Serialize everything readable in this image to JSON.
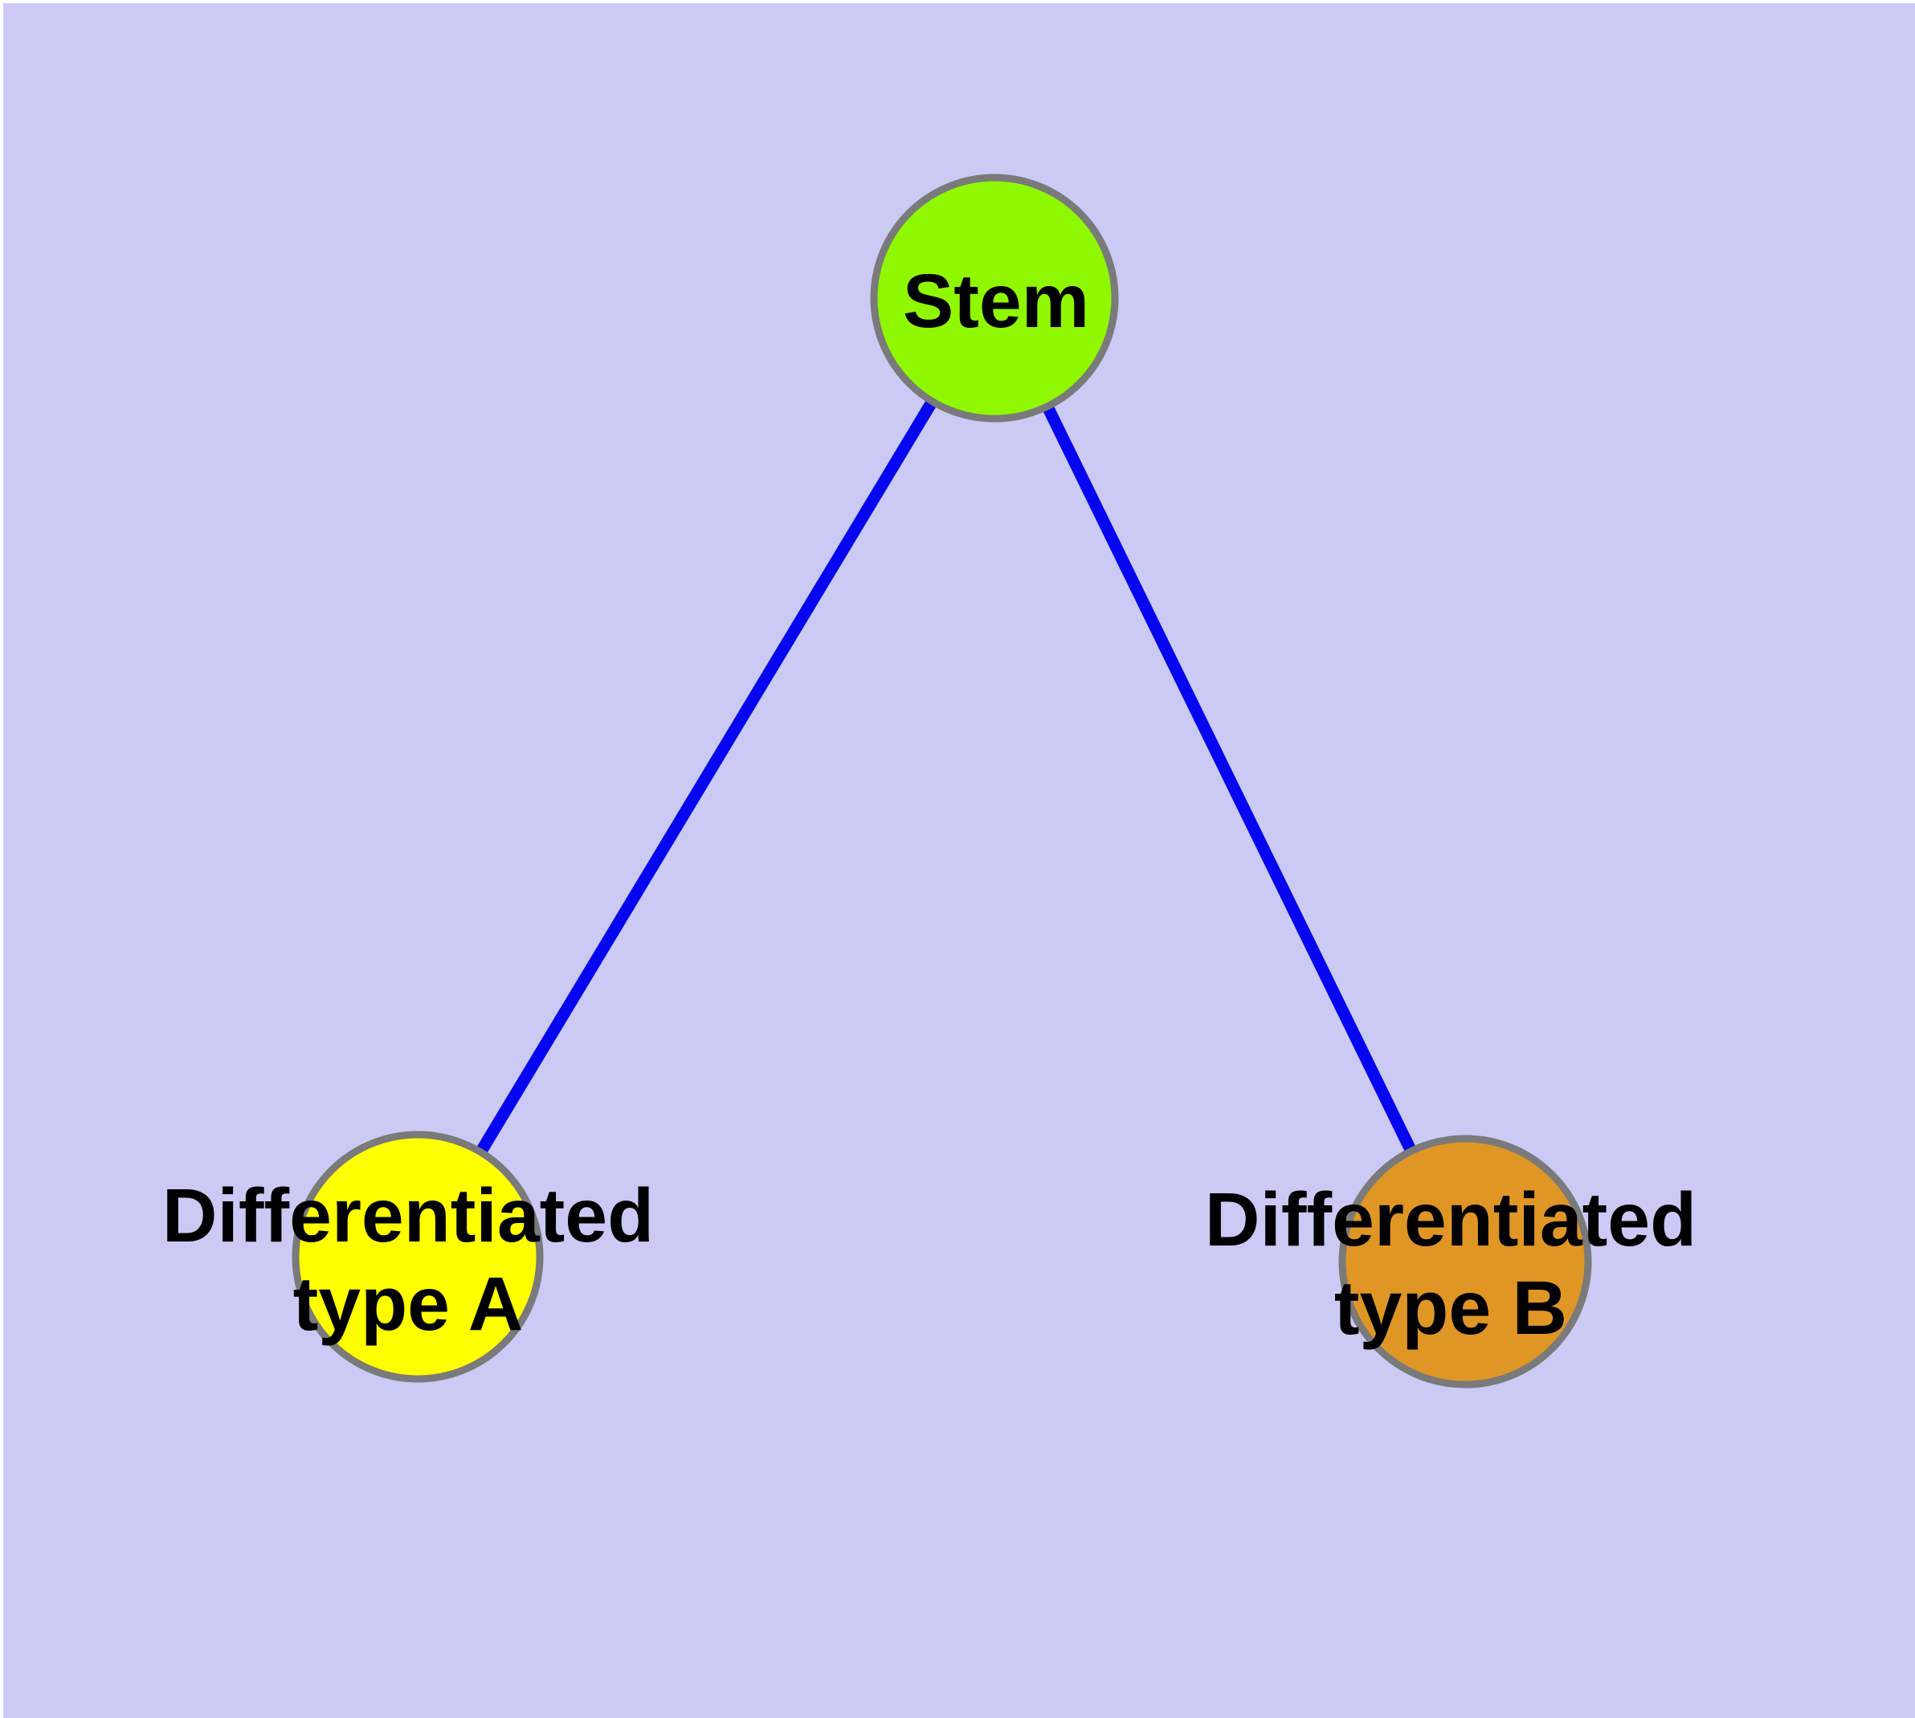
{
  "diagram": {
    "type": "node-link-graph",
    "background_color": "#cacaf5",
    "frame_color": "#ffffff",
    "edge_color": "#0505f0",
    "node_border_color": "#7a7a7a",
    "label_color": "#000000",
    "nodes": {
      "stem": {
        "label": "Stem",
        "fill": "#8ff800"
      },
      "type_a": {
        "label": "Differentiated\ntype A",
        "fill": "#ffff00"
      },
      "type_b": {
        "label": "Differentiated\ntype B",
        "fill": "#e09624"
      }
    },
    "edges": [
      {
        "from": "stem",
        "to": "type_a"
      },
      {
        "from": "stem",
        "to": "type_b"
      }
    ]
  }
}
